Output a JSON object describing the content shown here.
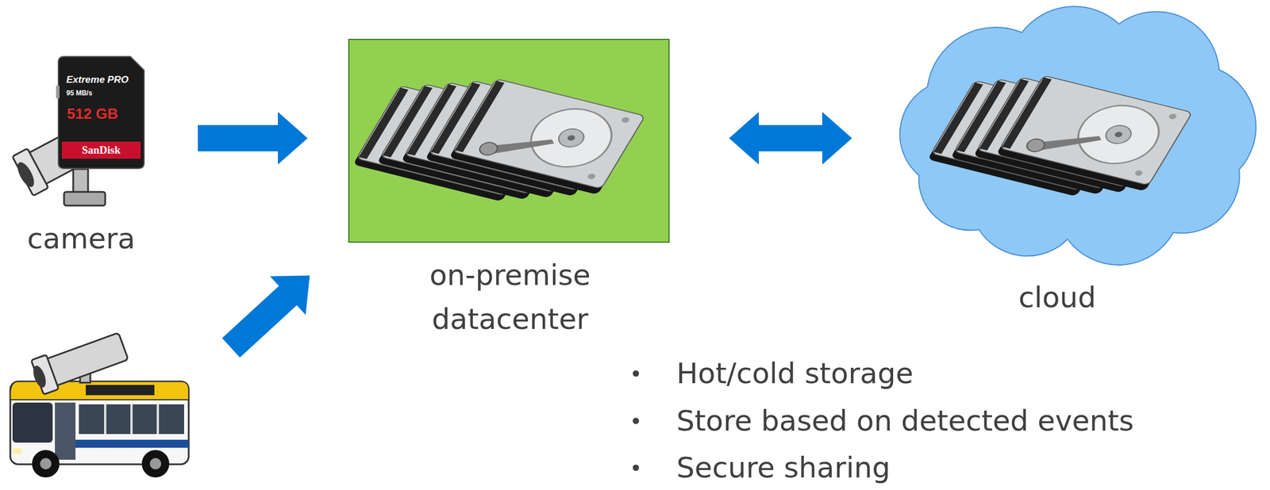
{
  "diagram": {
    "nodes": [
      {
        "text": [
          "camera"
        ]
      },
      {
        "text": [
          "on-premise datacenter"
        ]
      },
      {
        "text": [
          "cloud"
        ]
      }
    ],
    "edges": [
      {
        "from": 0,
        "to": 1,
        "arrow": "to"
      },
      {
        "from": 1,
        "to": 2,
        "arrow": "both"
      }
    ],
    "labels": [
      "Extreme PRO",
      "95 MB/s",
      "512 GB",
      "SanDisk",
      "Hot/cold storage",
      "Store based on detected events",
      "Secure sharing"
    ]
  }
}
